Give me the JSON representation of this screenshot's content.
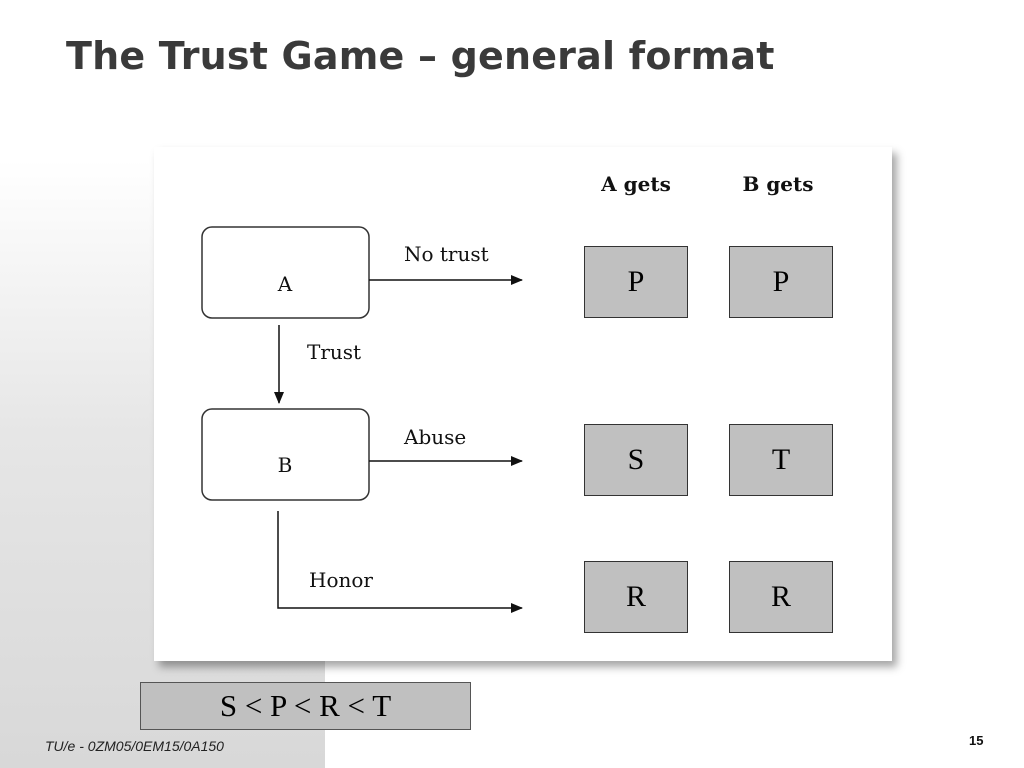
{
  "slide": {
    "title": "The Trust Game – general format",
    "footer": "TU/e - 0ZM05/0EM15/0A150",
    "page_number": "15"
  },
  "diagram": {
    "col_headers": {
      "a": "A gets",
      "b": "B gets"
    },
    "nodes": {
      "a": "A",
      "b": "B"
    },
    "edges": {
      "no_trust": "No trust",
      "trust": "Trust",
      "abuse": "Abuse",
      "honor": "Honor"
    },
    "payoffs": {
      "no_trust": {
        "a": "P",
        "b": "P"
      },
      "abuse": {
        "a": "S",
        "b": "T"
      },
      "honor": {
        "a": "R",
        "b": "R"
      }
    }
  },
  "order_relation": "S < P < R < T"
}
